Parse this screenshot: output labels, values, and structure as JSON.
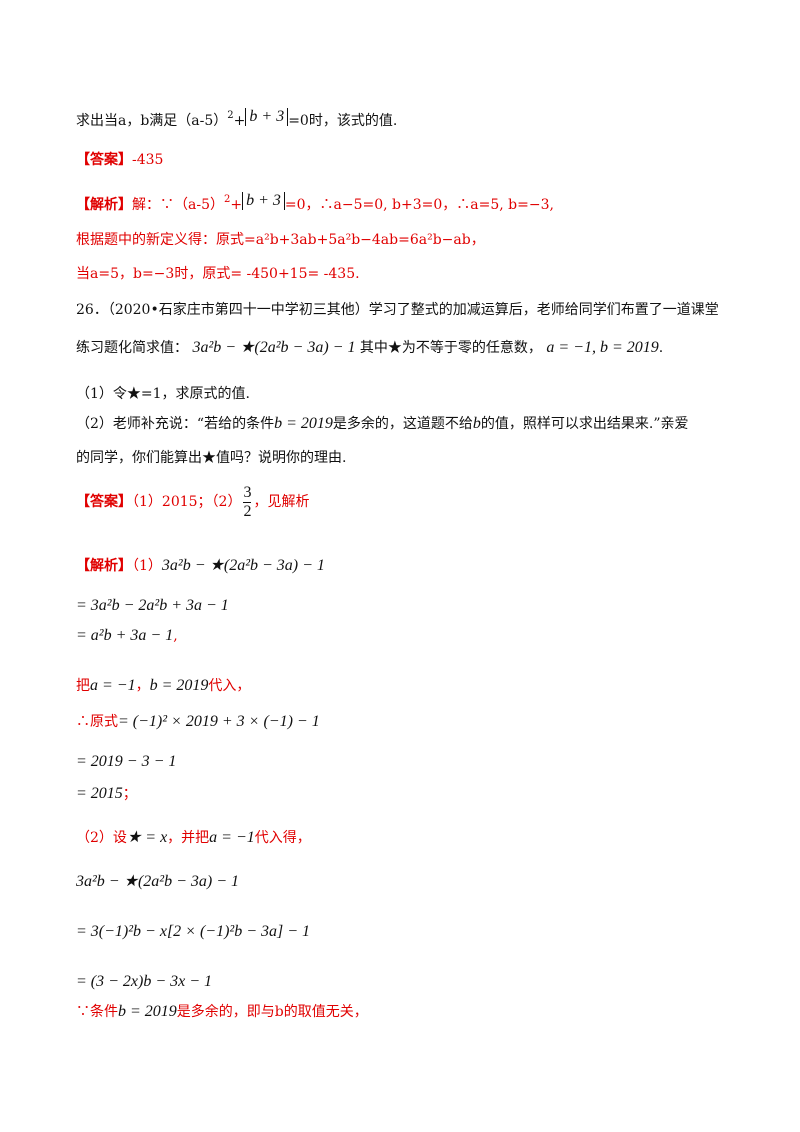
{
  "lines": [
    {
      "t1": "求出当a，b满足（a-5）",
      "sup": "2",
      "plus": "+",
      "abs": "b + 3",
      "t2": "=0时，该式的值."
    },
    {
      "label": "【答案】",
      "text": "-435"
    },
    {
      "label": "【解析】",
      "t1": "解：∵（a-5）",
      "sup": "2",
      "plus": "+",
      "abs": "b + 3",
      "t2": "=0，∴a−5=0, b+3=0，∴a=5, b=−3,"
    },
    {
      "text": "根据题中的新定义得：原式=a²b+3ab+5a²b−4ab=6a²b−ab，"
    },
    {
      "text": "当a=5，b=−3时，原式= -450+15= -435."
    },
    {
      "text": "26．（2020•石家庄市第四十一中学初三其他）学习了整式的加减运算后，老师给同学们布置了一道课堂"
    },
    {
      "t1": "练习题化简求值：",
      "math": "3a²b − ★(2a²b − 3a) − 1",
      "t2": "其中★为不等于零的任意数，",
      "math2": "a = −1, b = 2019",
      "t3": "."
    },
    {
      "text": "（1）令★=1，求原式的值."
    },
    {
      "t1": "（2）老师补充说：“若给的条件",
      "math": "b = 2019",
      "t2": "是多余的，这道题不给",
      "math2": "b",
      "t3": "的值，照样可以求出结果来.”亲爱"
    },
    {
      "text": "的同学，你们能算出★值吗？说明你的理由."
    },
    {
      "label": "【答案】",
      "t1": "（1）2015；（2）",
      "num": "3",
      "den": "2",
      "t2": "，见解析"
    },
    {
      "label": "【解析】",
      "t1": "（1）",
      "math": "3a²b − ★(2a²b − 3a) − 1"
    },
    {
      "math": "= 3a²b − 2a²b + 3a − 1"
    },
    {
      "math": "= a²b + 3a − 1",
      "t1": ","
    },
    {
      "t1": "把",
      "math": "a = −1",
      "t2": "，",
      "math2": "b = 2019",
      "t3": "代入，"
    },
    {
      "t1": "∴原式",
      "math": "= (−1)² × 2019 + 3 × (−1) − 1"
    },
    {
      "math": "= 2019 − 3 − 1"
    },
    {
      "math": "= 2015",
      "t1": "；"
    },
    {
      "t1": "（2）设",
      "math": "★ = x",
      "t2": "，并把",
      "math2": "a = −1",
      "t3": "代入得，"
    },
    {
      "math": "3a²b − ★(2a²b − 3a) − 1"
    },
    {
      "math": "= 3(−1)²b − x[2 × (−1)²b − 3a] − 1"
    },
    {
      "math": "= (3 − 2x)b − 3x − 1"
    },
    {
      "t1": "∵条件",
      "math": "b = 2019",
      "t2": "是多余的，即与b的取值无关，"
    }
  ]
}
